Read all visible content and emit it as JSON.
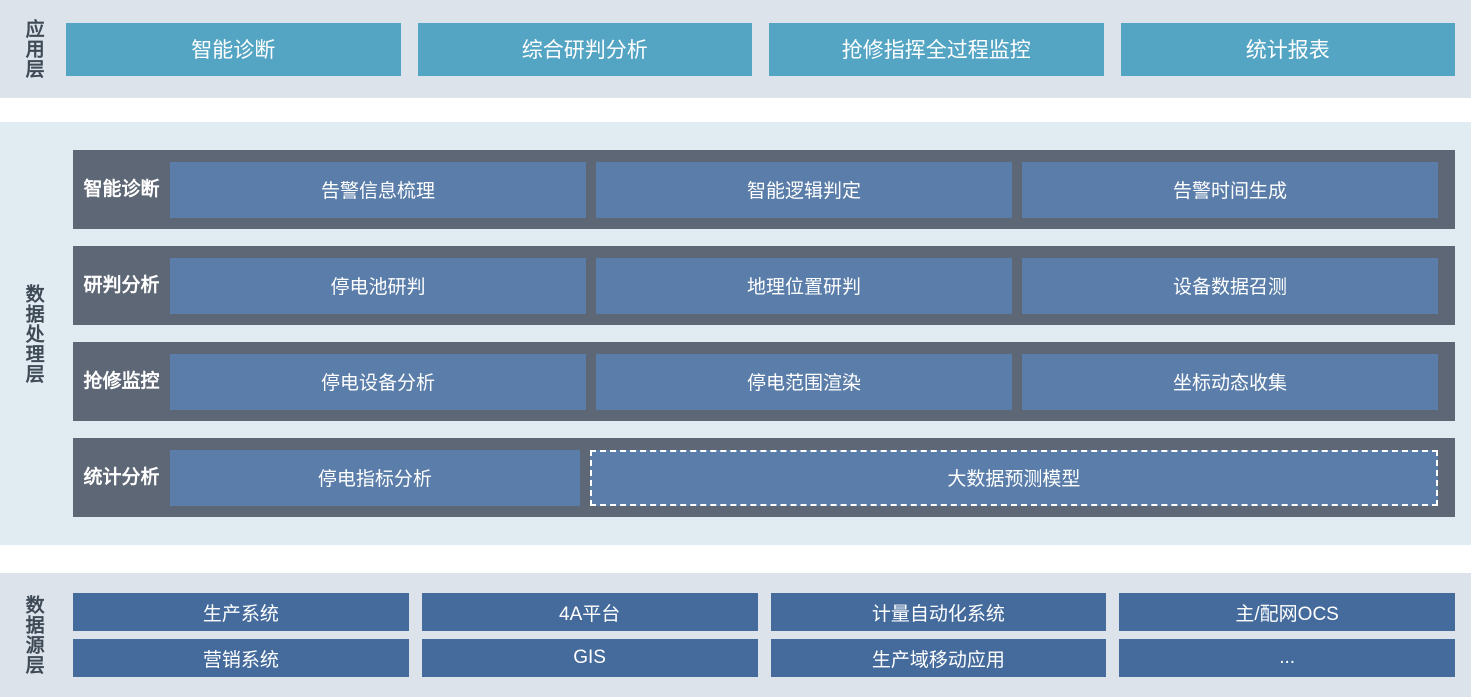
{
  "layers": {
    "application": {
      "label": "应用层",
      "tabs": [
        {
          "label": "智能诊断"
        },
        {
          "label": "综合研判分析"
        },
        {
          "label": "抢修指挥全过程监控"
        },
        {
          "label": "统计报表"
        }
      ]
    },
    "processing": {
      "label": "数据处理层",
      "rows": [
        {
          "label": "智能诊断",
          "cells": [
            {
              "label": "告警信息梳理",
              "style": "solid"
            },
            {
              "label": "智能逻辑判定",
              "style": "solid"
            },
            {
              "label": "告警时间生成",
              "style": "solid"
            }
          ]
        },
        {
          "label": "研判分析",
          "cells": [
            {
              "label": "停电池研判",
              "style": "solid"
            },
            {
              "label": "地理位置研判",
              "style": "solid"
            },
            {
              "label": "设备数据召测",
              "style": "solid"
            }
          ]
        },
        {
          "label": "抢修监控",
          "cells": [
            {
              "label": "停电设备分析",
              "style": "solid"
            },
            {
              "label": "停电范围渲染",
              "style": "solid"
            },
            {
              "label": "坐标动态收集",
              "style": "solid"
            }
          ]
        },
        {
          "label": "统计分析",
          "cells": [
            {
              "label": "停电指标分析",
              "style": "solid"
            },
            {
              "label": "大数据预测模型",
              "style": "dashed"
            }
          ]
        }
      ]
    },
    "source": {
      "label": "数据源层",
      "rows": [
        [
          {
            "label": "生产系统"
          },
          {
            "label": "4A平台"
          },
          {
            "label": "计量自动化系统"
          },
          {
            "label": "主/配网OCS"
          }
        ],
        [
          {
            "label": "营销系统"
          },
          {
            "label": "GIS"
          },
          {
            "label": "生产域移动应用"
          },
          {
            "label": "..."
          }
        ]
      ]
    }
  },
  "colors": {
    "app_band_bg": "#dde3ea",
    "app_tab": "#54a5c4",
    "proc_band_bg": "#e1ecf2",
    "proc_row_bg": "#5e6775",
    "proc_cell": "#5a7da9",
    "src_band_bg": "#dde3ea",
    "src_cell": "#446b9c",
    "label_text": "#3f4a57",
    "cell_text": "#ffffff"
  }
}
